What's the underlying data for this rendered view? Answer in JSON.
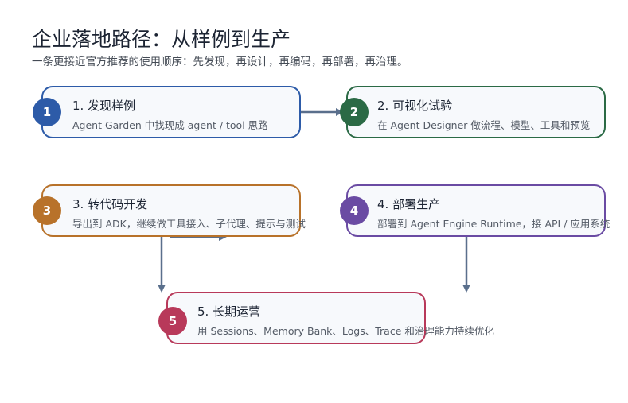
{
  "title": "企业落地路径：从样例到生产",
  "subtitle": "一条更接近官方推荐的使用顺序：先发现，再设计，再编码，再部署，再治理。",
  "steps": [
    {
      "number": "1",
      "title": "1. 发现样例",
      "desc": "Agent Garden 中找现成 agent / tool 思路",
      "color": "#2d5ba8"
    },
    {
      "number": "2",
      "title": "2. 可视化试验",
      "desc": "在 Agent Designer 做流程、模型、工具和预览",
      "color": "#2b6a45"
    },
    {
      "number": "3",
      "title": "3. 转代码开发",
      "desc": "导出到 ADK，继续做工具接入、子代理、提示与测试",
      "color": "#b8722a"
    },
    {
      "number": "4",
      "title": "4. 部署生产",
      "desc": "部署到 Agent Engine Runtime，接 API / 应用系统",
      "color": "#6a4ba3"
    },
    {
      "number": "5",
      "title": "5. 长期运营",
      "desc": "用 Sessions、Memory Bank、Logs、Trace 和治理能力持续优化",
      "color": "#b8395a"
    }
  ],
  "arrow_color": "#5a6f8c"
}
